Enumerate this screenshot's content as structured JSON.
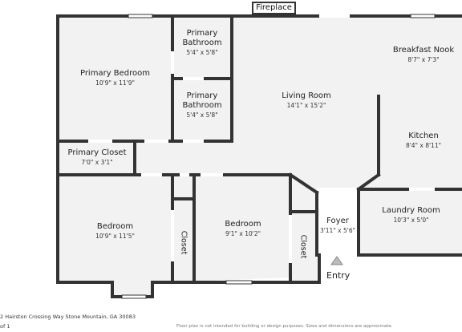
{
  "fireplace": "Fireplace",
  "entry": "Entry",
  "rooms": {
    "primary_bedroom": {
      "name": "Primary Bedroom",
      "dims": "10'9\" x 11'9\""
    },
    "primary_bathroom_1": {
      "name": "Primary Bathroom",
      "dims": "5'4\" x 5'8\""
    },
    "primary_bathroom_2": {
      "name": "Primary Bathroom",
      "dims": "5'4\" x 5'8\""
    },
    "living_room": {
      "name": "Living Room",
      "dims": "14'1\" x 15'2\""
    },
    "breakfast_nook": {
      "name": "Breakfast Nook",
      "dims": "8'7\" x 7'3\""
    },
    "kitchen": {
      "name": "Kitchen",
      "dims": "8'4\" x 8'11\""
    },
    "primary_closet": {
      "name": "Primary Closet",
      "dims": "7'0\" x 3'1\""
    },
    "bedroom_1": {
      "name": "Bedroom",
      "dims": "10'9\" x 11'5\""
    },
    "closet_1": {
      "name": "Closet"
    },
    "bedroom_2": {
      "name": "Bedroom",
      "dims": "9'1\" x 10'2\""
    },
    "closet_2": {
      "name": "Closet"
    },
    "foyer": {
      "name": "Foyer",
      "dims": "3'11\" x 5'6\""
    },
    "laundry_room": {
      "name": "Laundry Room",
      "dims": "10'3\" x 5'0\""
    }
  },
  "footer": {
    "address": "2 Hairston Crossing Way Stone Mountain, GA 30083",
    "pager": "of 1",
    "disclaimer": "Floor plan is not intended for building or design purposes. Sizes and dimensions are approximate."
  }
}
